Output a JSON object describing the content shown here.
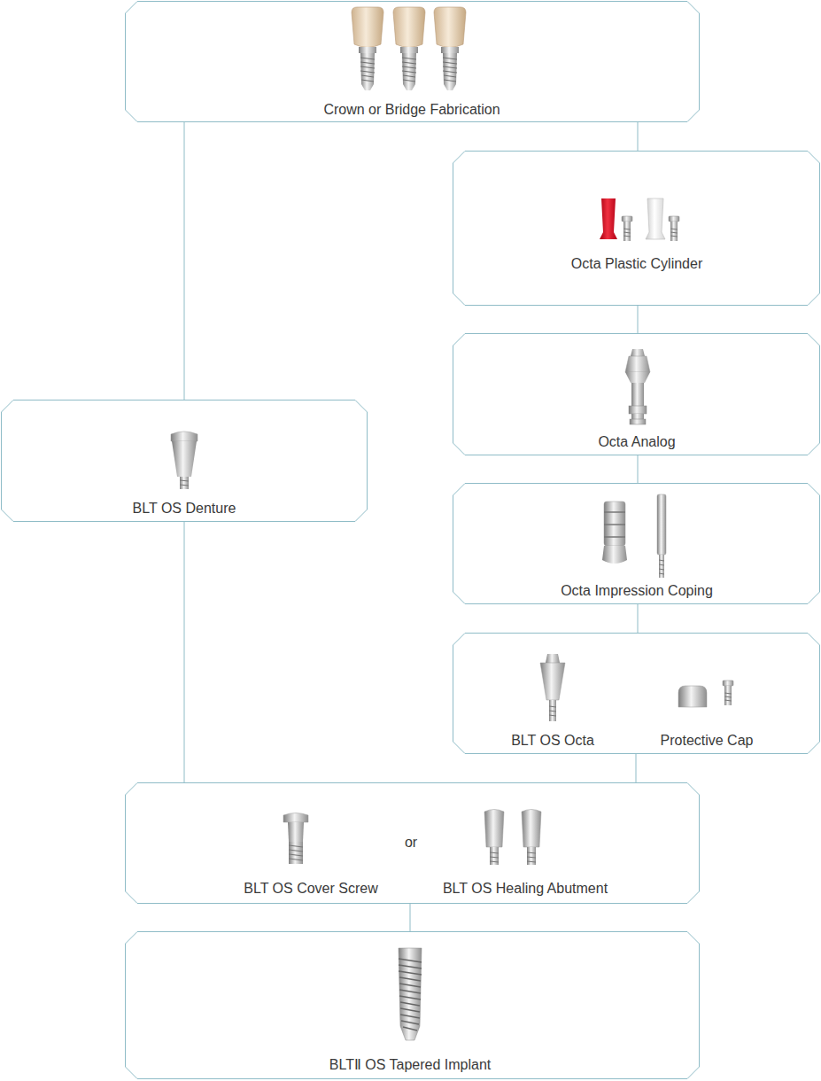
{
  "diagram": {
    "nodes": [
      {
        "text": [
          "Crown or Bridge Fabrication"
        ]
      },
      {
        "text": [
          "Octa Plastic Cylinder"
        ]
      },
      {
        "text": [
          "Octa Analog"
        ]
      },
      {
        "text": [
          "BLT OS Denture"
        ]
      },
      {
        "text": [
          "Octa Impression Coping"
        ]
      },
      {
        "text": [
          "BLT OS Octa",
          "Protective Cap"
        ]
      },
      {
        "text": [
          "BLT OS Cover Screw",
          "or",
          "BLT OS Healing Abutment"
        ]
      },
      {
        "text": [
          "BLTⅡ OS Tapered Implant"
        ]
      }
    ],
    "edges": [
      {
        "from": 0,
        "to": 1,
        "arrow": "none"
      },
      {
        "from": 1,
        "to": 2,
        "arrow": "none"
      },
      {
        "from": 2,
        "to": 4,
        "arrow": "none"
      },
      {
        "from": 4,
        "to": 5,
        "arrow": "none"
      },
      {
        "from": 5,
        "to": 6,
        "arrow": "none"
      },
      {
        "from": 0,
        "to": 3,
        "arrow": "none"
      },
      {
        "from": 3,
        "to": 6,
        "arrow": "none"
      },
      {
        "from": 6,
        "to": 7,
        "arrow": "none"
      }
    ]
  }
}
